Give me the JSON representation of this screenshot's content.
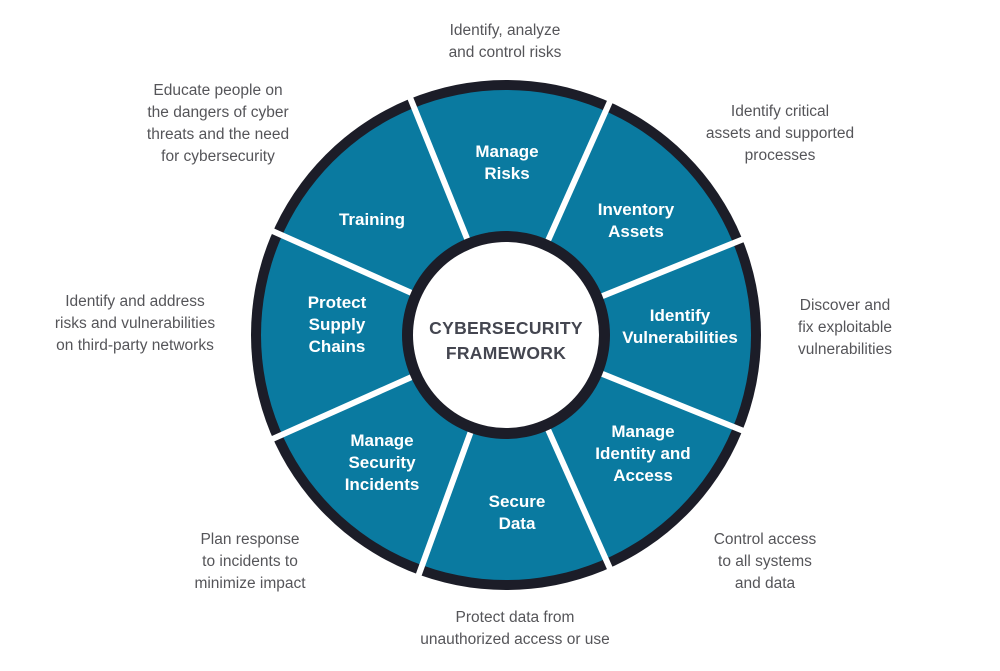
{
  "title": "CYBERSECURITY FRAMEWORK",
  "center": {
    "line1": "CYBERSECURITY",
    "line2": "FRAMEWORK"
  },
  "colors": {
    "segment": "#0a7aa0",
    "ring": "#1c1d28",
    "separator": "#ffffff",
    "note_text": "#555559",
    "center_text": "#444650"
  },
  "segments": [
    {
      "lines": [
        "Manage",
        "Risks"
      ],
      "note": "Identify, analyze\nand control risks"
    },
    {
      "lines": [
        "Inventory",
        "Assets"
      ],
      "note": "Identify critical\nassets and supported\nprocesses"
    },
    {
      "lines": [
        "Identify",
        "Vulnerabilities"
      ],
      "note": "Discover and\nfix exploitable\nvulnerabilities"
    },
    {
      "lines": [
        "Manage",
        "Identity and",
        "Access"
      ],
      "note": "Control access\nto all systems\nand data"
    },
    {
      "lines": [
        "Secure",
        "Data"
      ],
      "note": "Protect data from\nunauthorized access or use"
    },
    {
      "lines": [
        "Manage",
        "Security",
        "Incidents"
      ],
      "note": "Plan response\nto incidents to\nminimize impact"
    },
    {
      "lines": [
        "Protect",
        "Supply",
        "Chains"
      ],
      "note": "Identify and address\nrisks and vulnerabilities\non third-party networks"
    },
    {
      "lines": [
        "Training"
      ],
      "note": "Educate people on\nthe dangers of cyber\nthreats and the need\nfor cybersecurity"
    }
  ]
}
